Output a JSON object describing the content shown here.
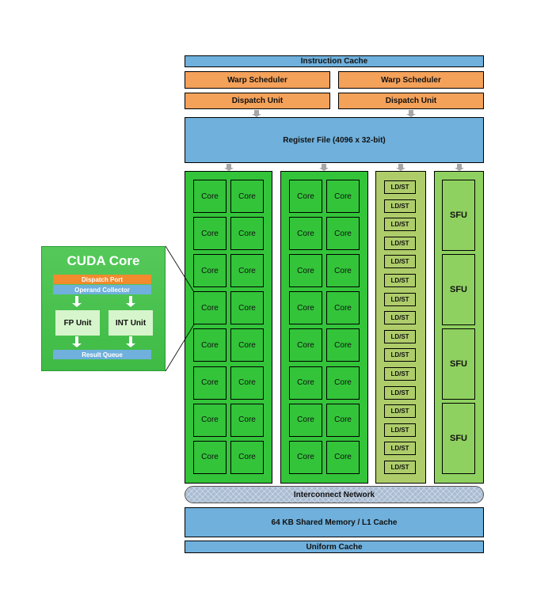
{
  "sm": {
    "instruction_cache": "Instruction Cache",
    "warp_schedulers": [
      "Warp Scheduler",
      "Warp Scheduler"
    ],
    "dispatch_units": [
      "Dispatch Unit",
      "Dispatch Unit"
    ],
    "register_file": "Register File (4096 x 32-bit)",
    "core_label": "Core",
    "core_groups": 2,
    "cores_per_group": 16,
    "ldst_label": "LD/ST",
    "ldst_count": 16,
    "sfu_label": "SFU",
    "sfu_count": 4,
    "interconnect": "Interconnect Network",
    "shared_memory": "64 KB Shared Memory / L1 Cache",
    "uniform_cache": "Uniform Cache"
  },
  "cuda_core": {
    "title": "CUDA Core",
    "dispatch_port": "Dispatch Port",
    "operand_collector": "Operand Collector",
    "fp_unit": "FP Unit",
    "int_unit": "INT Unit",
    "result_queue": "Result Queue"
  },
  "colors": {
    "cache_blue": "#6fb0dc",
    "scheduler_orange": "#f4a15a",
    "core_green": "#33c43a",
    "ldst_green": "#aecd6a",
    "sfu_green": "#8fd160",
    "dispatch_port_orange": "#f28a2e"
  }
}
